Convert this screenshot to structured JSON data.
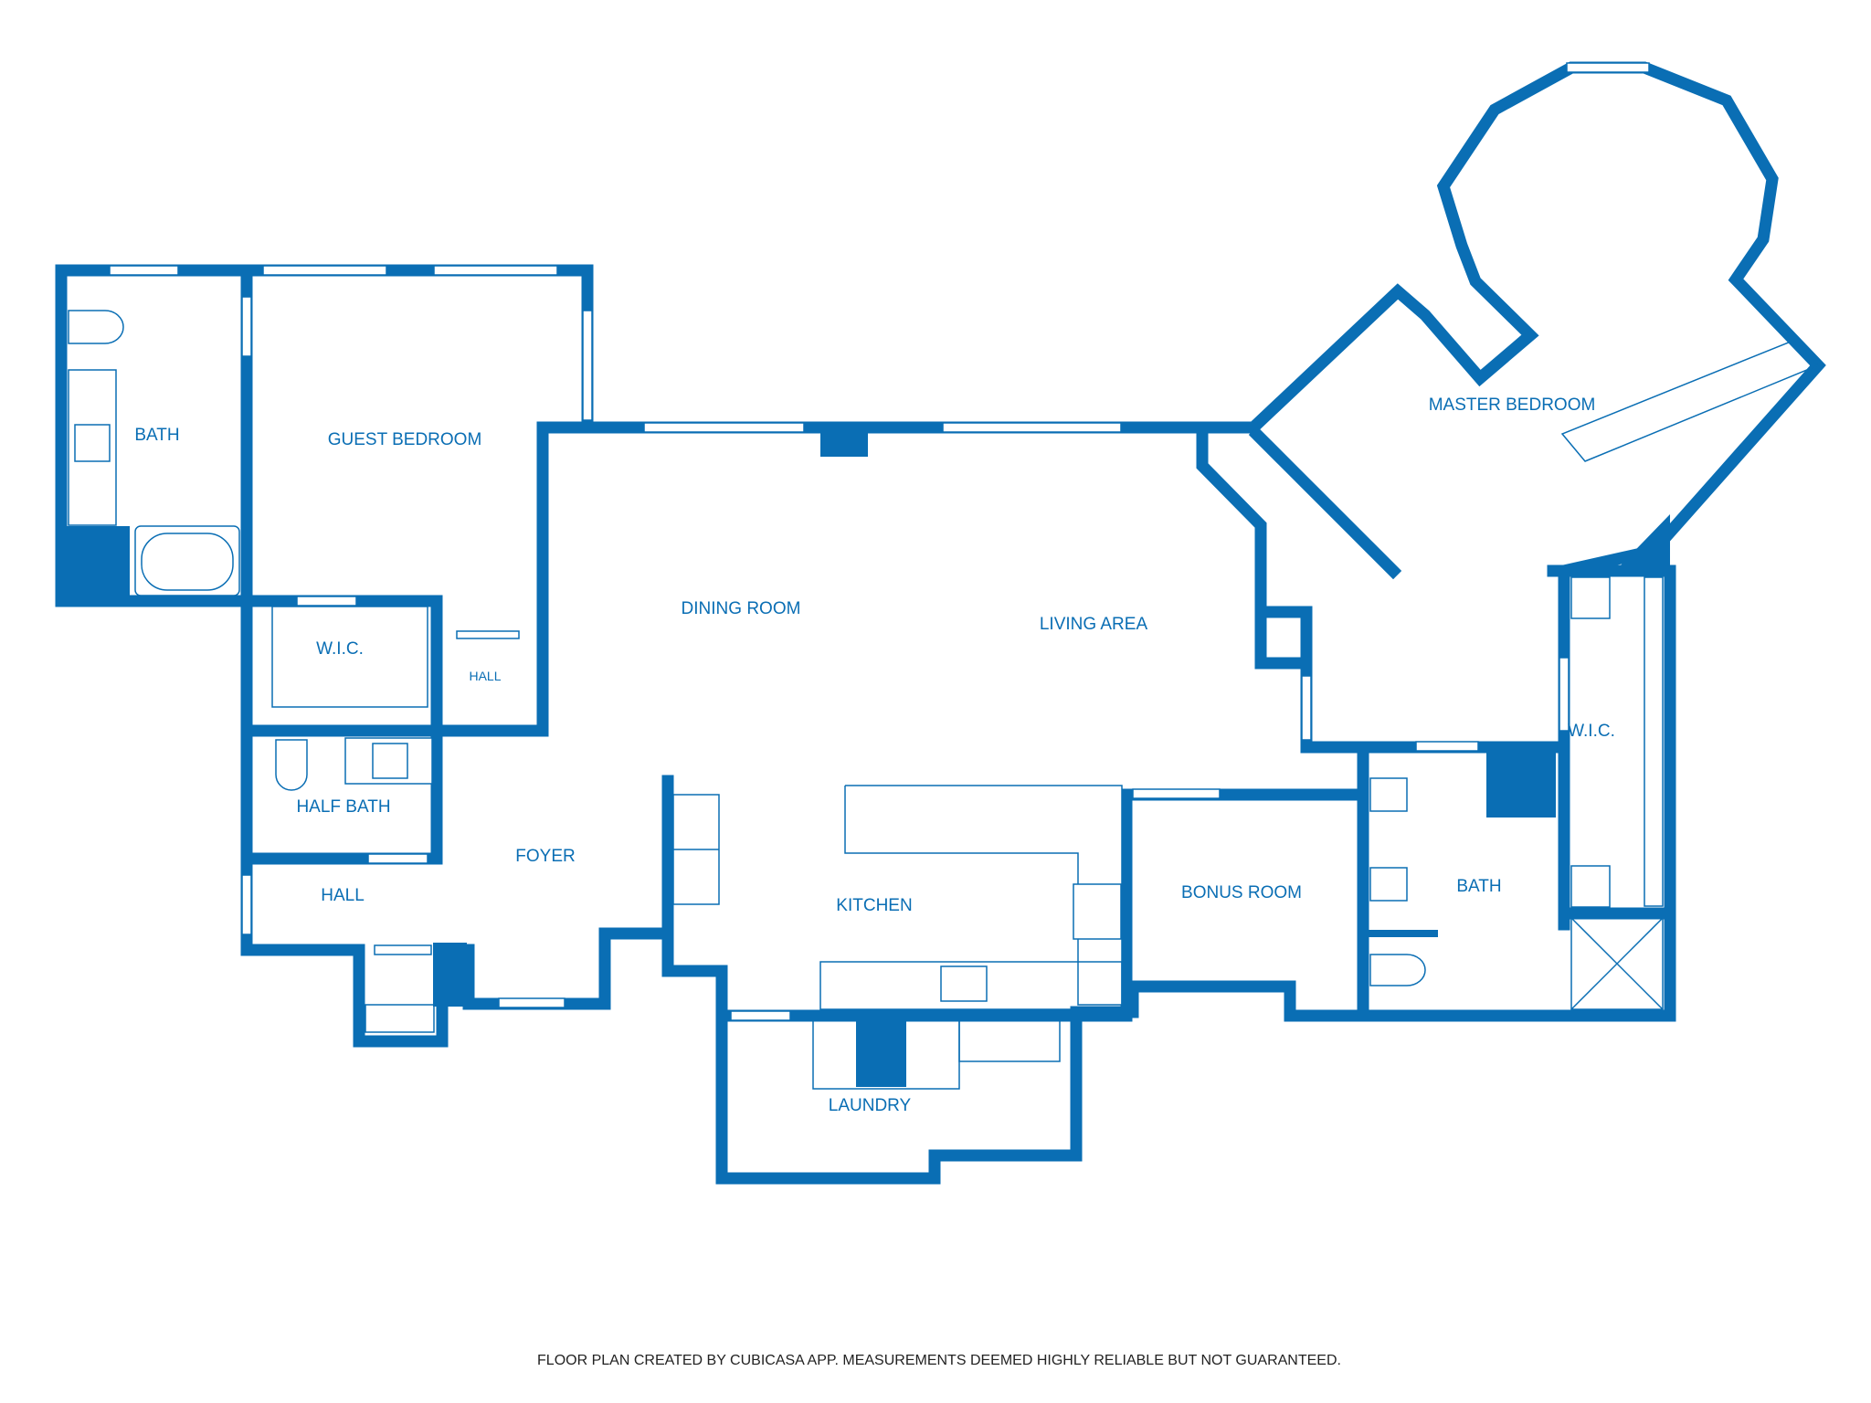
{
  "rooms": {
    "bath_left": "BATH",
    "guest_bedroom": "GUEST BEDROOM",
    "dining_room": "DINING ROOM",
    "living_area": "LIVING AREA",
    "master_bedroom": "MASTER BEDROOM",
    "wic_left": "W.I.C.",
    "hall_small": "HALL",
    "half_bath": "HALF BATH",
    "foyer": "FOYER",
    "hall": "HALL",
    "kitchen": "KITCHEN",
    "bonus_room": "BONUS ROOM",
    "bath_right": "BATH",
    "wic_right": "W.I.C.",
    "laundry": "LAUNDRY"
  },
  "footer": "FLOOR PLAN CREATED BY CUBICASA APP. MEASUREMENTS DEEMED HIGHLY RELIABLE BUT NOT GUARANTEED.",
  "colors": {
    "wall": "#0a6eb4",
    "background": "#ffffff",
    "footer_text": "#222222"
  }
}
